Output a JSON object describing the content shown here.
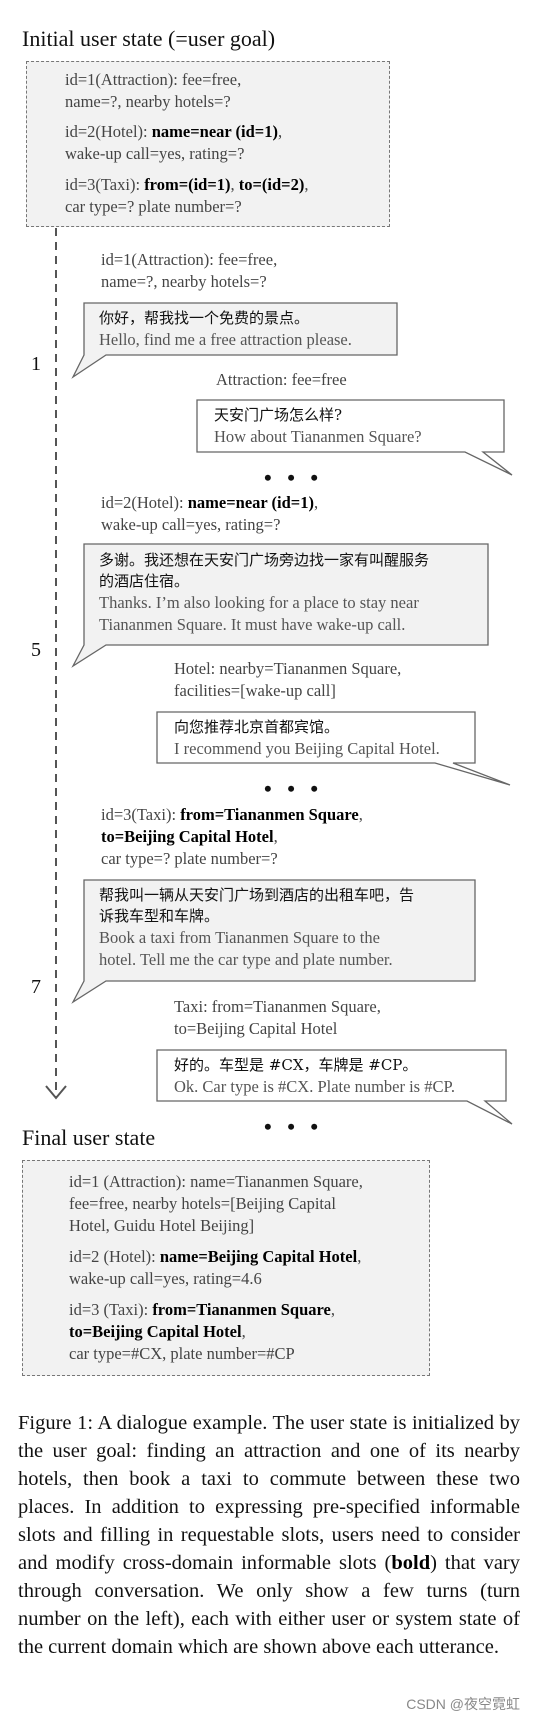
{
  "initial": {
    "heading": "Initial user state (=user goal)",
    "attraction": {
      "prefix": "id=1(Attraction): fee=free,",
      "line2": "name=?, nearby hotels=?"
    },
    "hotel": {
      "prefix": "id=2(Hotel): ",
      "bold": "name=near (id=1)",
      "suffix": ",",
      "line2": "wake-up call=yes, rating=?"
    },
    "taxi": {
      "prefix": "id=3(Taxi): ",
      "bold1": "from=(id=1)",
      "sep": ", ",
      "bold2": "to=(id=2)",
      "suffix": ",",
      "line2": "car type=? plate number=?"
    }
  },
  "turns": [
    {
      "number": "1",
      "user_state": {
        "line1": "id=1(Attraction): fee=free,",
        "line2": "name=?, nearby hotels=?"
      },
      "user_utt": {
        "zh": [
          "你好，帮我找一个免费的景点。"
        ],
        "en": [
          "Hello, find me a free attraction please."
        ]
      },
      "sys_state": [
        "Attraction: fee=free"
      ],
      "sys_utt": {
        "zh": [
          "天安门广场怎么样?"
        ],
        "en": [
          "How about Tiananmen Square?"
        ]
      }
    },
    {
      "number": "5",
      "user_state": {
        "prefix": "id=2(Hotel): ",
        "bold": "name=near (id=1)",
        "suffix": ",",
        "line2": "wake-up call=yes, rating=?"
      },
      "user_utt": {
        "zh": [
          "多谢。我还想在天安门广场旁边找一家有叫醒服务",
          "的酒店住宿。"
        ],
        "en": [
          "Thanks. I’m also looking for a place to stay near",
          "Tiananmen Square. It must have wake-up call."
        ]
      },
      "sys_state": [
        "Hotel: nearby=Tiananmen Square,",
        "facilities=[wake-up call]"
      ],
      "sys_utt": {
        "zh": [
          "向您推荐北京首都宾馆。"
        ],
        "en": [
          "I recommend you Beijing Capital Hotel."
        ]
      }
    },
    {
      "number": "7",
      "user_state": {
        "prefix": "id=3(Taxi): ",
        "bold1": "from=Tiananmen Square",
        "suffix": ",",
        "bold2": "to=Beijing Capital Hotel",
        "suffix2": ",",
        "line3": "car type=? plate number=?"
      },
      "user_utt": {
        "zh": [
          "帮我叫一辆从天安门广场到酒店的出租车吧，告",
          "诉我车型和车牌。"
        ],
        "en": [
          "Book a taxi from Tiananmen Square to the",
          "hotel. Tell me the car type and plate number."
        ]
      },
      "sys_state": [
        "Taxi: from=Tiananmen Square,",
        "to=Beijing Capital Hotel"
      ],
      "sys_utt": {
        "zh": [
          "好的。车型是 #CX，车牌是 #CP。"
        ],
        "en": [
          "Ok. Car type is #CX. Plate number is #CP."
        ]
      }
    }
  ],
  "ellipsis": "• • •",
  "final": {
    "heading": "Final user state",
    "attraction": {
      "line1": "id=1 (Attraction): name=Tiananmen Square,",
      "line2": "fee=free, nearby hotels=[Beijing Capital",
      "line3": "Hotel, Guidu Hotel Beijing]"
    },
    "hotel": {
      "prefix": "id=2 (Hotel): ",
      "bold": "name=Beijing Capital Hotel",
      "suffix": ",",
      "line2": "wake-up call=yes, rating=4.6"
    },
    "taxi": {
      "prefix": "id=3 (Taxi): ",
      "bold1": "from=Tiananmen Square",
      "suffix": ",",
      "bold2": "to=Beijing Capital Hotel",
      "suffix2": ",",
      "line3": "car type=#CX, plate number=#CP"
    }
  },
  "caption": {
    "prefix": "Figure 1:  A dialogue example.  The user state is initialized by the user goal:  finding an attraction and one of its nearby hotels, then book a taxi to commute between these two places.  In addition to expressing pre-specified informable slots and filling in requestable slots, users need to consider and modify cross-domain informable slots (",
    "bold": "bold",
    "suffix": ") that vary through conversation.  We only show a few turns (turn number on the left), each with either user or system state of the current domain which are shown above each utterance."
  },
  "watermark": "CSDN @夜空霓虹",
  "colors": {
    "state_box_bg": "#f2f2f2",
    "bubble_bg_user": "#f2f2f2",
    "bubble_border": "#666666"
  }
}
